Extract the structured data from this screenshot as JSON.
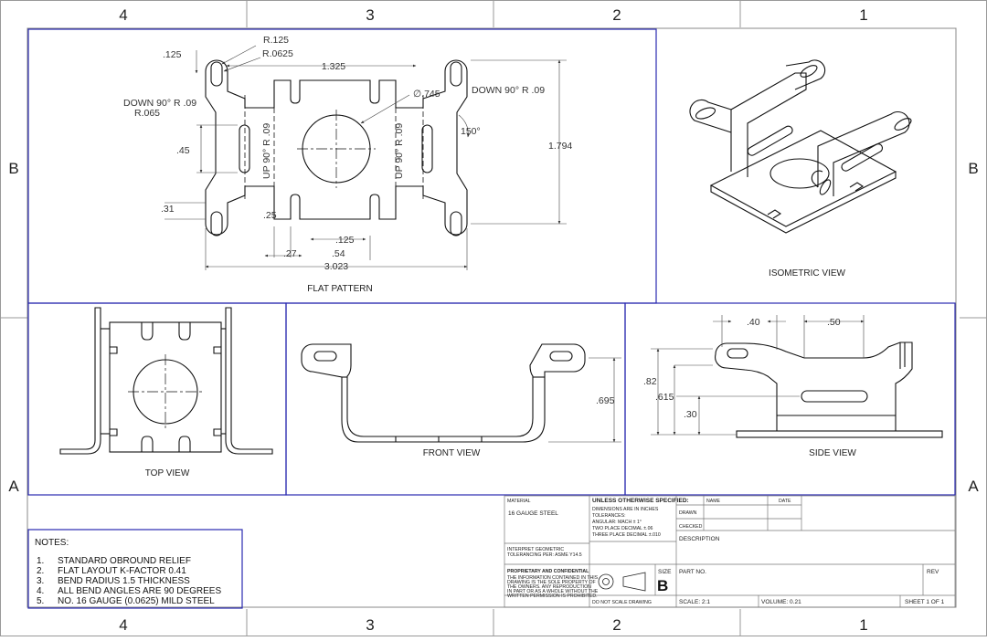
{
  "zones": {
    "columns": [
      "4",
      "3",
      "2",
      "1"
    ],
    "rows": [
      "B",
      "A"
    ]
  },
  "views": {
    "flat_pattern": "FLAT PATTERN",
    "isometric": "ISOMETRIC VIEW",
    "top": "TOP VIEW",
    "front": "FRONT VIEW",
    "side": "SIDE VIEW"
  },
  "flat_dims": {
    "r125": "R.125",
    "r0625": "R.0625",
    "d125": ".125",
    "d1325": "1.325",
    "dia745": "∅.745",
    "down_left": "DOWN  90°  R .09",
    "down_right": "DOWN  90°  R .09",
    "r065": "R.065",
    "d45": ".45",
    "d31": ".31",
    "d25": ".25",
    "d125b": ".125",
    "d27": ".27",
    "d54": ".54",
    "d3023": "3.023",
    "d1794": "1.794",
    "a150": "150°",
    "up_left": "UP  90°  R .09",
    "up_right": "UP  90°  R .09"
  },
  "front_dims": {
    "d695": ".695"
  },
  "side_dims": {
    "d40": ".40",
    "d50": ".50",
    "d82": ".82",
    "d615": ".615",
    "d30": ".30"
  },
  "notes": {
    "title": "NOTES:",
    "items": [
      {
        "num": "1.",
        "text": "STANDARD OBROUND RELIEF"
      },
      {
        "num": "2.",
        "text": "FLAT LAYOUT K-FACTOR 0.41"
      },
      {
        "num": "3.",
        "text": "BEND RADIUS 1.5 THICKNESS"
      },
      {
        "num": "4.",
        "text": "ALL BEND ANGLES ARE 90 DEGREES"
      },
      {
        "num": "5.",
        "text": "NO. 16 GAUGE (0.0625) MILD STEEL"
      }
    ]
  },
  "title_block": {
    "material_label": "MATERIAL",
    "material": "16 GAUGE STEEL",
    "unless": "UNLESS OTHERWISE SPECIFIED:",
    "dims_in": "DIMENSIONS ARE IN INCHES",
    "tolerances": "TOLERANCES:",
    "angular": "ANGULAR: MACH ±  1°",
    "two_place": "TWO PLACE DECIMAL   ±.06",
    "three_place": "THREE PLACE DECIMAL  ±.010",
    "interpret1": "INTERPRET GEOMETRIC",
    "interpret2": "TOLERANCING PER: ASME Y14.5",
    "proprietary": "PROPRIETARY AND CONFIDENTIAL",
    "prop_text": [
      "THE INFORMATION CONTAINED IN THIS",
      "DRAWING IS THE SOLE PROPERTY OF",
      "THE OWNERS.  ANY REPRODUCTION",
      "IN PART OR AS A WHOLE WITHOUT THE",
      "WRITTEN PERMISSION IS PROHIBITED."
    ],
    "name": "NAME",
    "date": "DATE",
    "drawn": "DRAWN",
    "checked": "CHECKED",
    "description": "DESCRIPTION",
    "size_label": "SIZE",
    "size": "B",
    "part_no": "PART  NO.",
    "rev": "REV",
    "no_scale": "DO NOT SCALE DRAWING",
    "scale": "SCALE: 2:1",
    "volume": "VOLUME: 0.21",
    "sheet": "SHEET 1 OF 1"
  }
}
